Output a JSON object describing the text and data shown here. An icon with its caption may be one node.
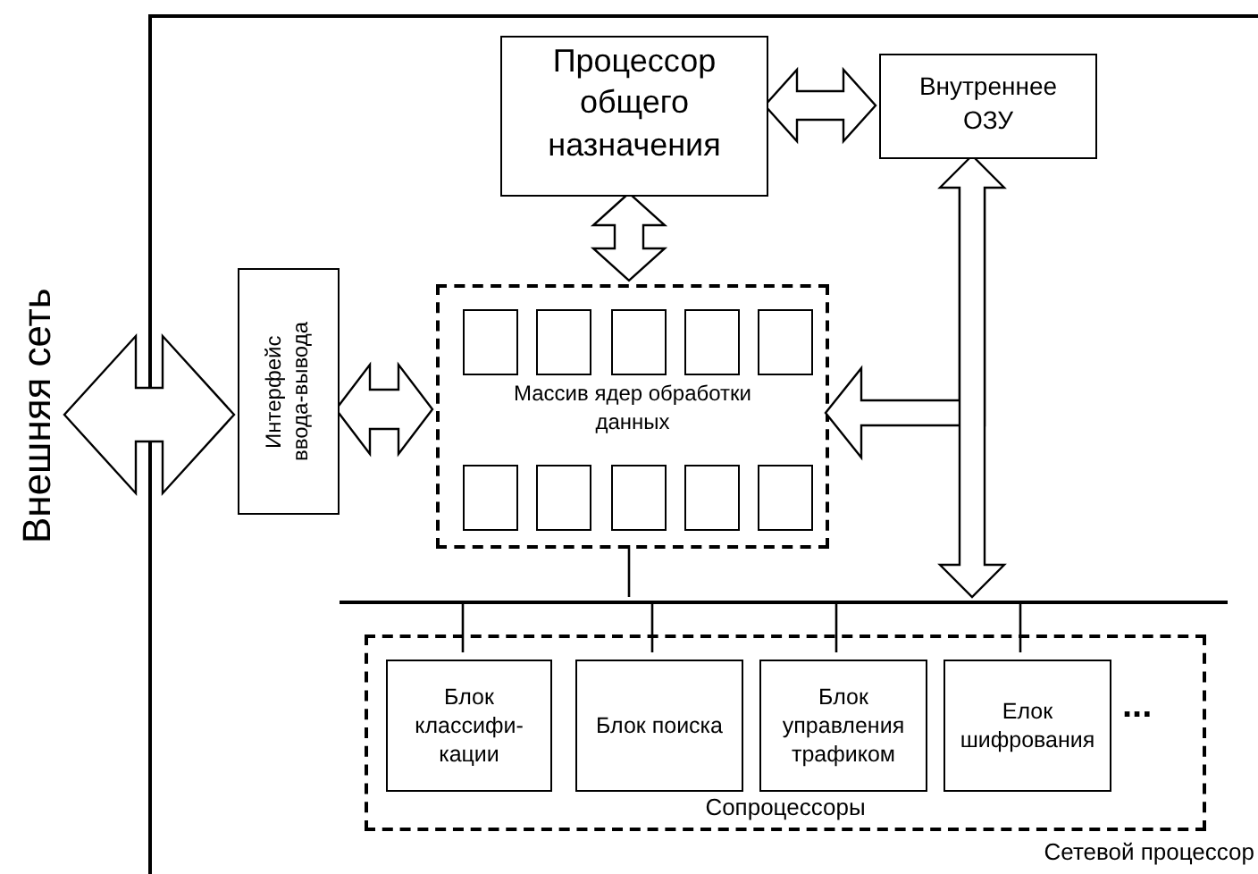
{
  "diagram": {
    "nodes": [
      {
        "text": [
          "Сетевой процессор"
        ]
      },
      {
        "text": [
          "Внешняя сеть"
        ]
      },
      {
        "text": [
          "Интерфейс ввода-вывода"
        ],
        "in": 0
      },
      {
        "text": [
          "Процессор общего назначения"
        ],
        "in": 0
      },
      {
        "text": [
          "Внутреннее ОЗУ"
        ],
        "in": 0
      },
      {
        "text": [
          "Массив ядер обработки данных"
        ],
        "in": 0
      },
      {
        "text": [],
        "shape": "box",
        "in": 5
      },
      {
        "text": [],
        "shape": "box",
        "in": 5
      },
      {
        "text": [],
        "shape": "box",
        "in": 5
      },
      {
        "text": [],
        "shape": "box",
        "in": 5
      },
      {
        "text": [],
        "shape": "box",
        "in": 5
      },
      {
        "text": [],
        "shape": "box",
        "in": 5
      },
      {
        "text": [],
        "shape": "box",
        "in": 5
      },
      {
        "text": [],
        "shape": "box",
        "in": 5
      },
      {
        "text": [],
        "shape": "box",
        "in": 5
      },
      {
        "text": [],
        "shape": "box",
        "in": 5
      },
      {
        "text": [],
        "shape": "bar",
        "in": 0
      },
      {
        "text": [
          "Сопроцессоры"
        ],
        "in": 0
      },
      {
        "text": [
          "Блок классифи- кации"
        ],
        "in": 17
      },
      {
        "text": [
          "Блок поиска"
        ],
        "in": 17
      },
      {
        "text": [
          "Блок управления трафиком"
        ],
        "in": 17
      },
      {
        "text": [
          "Елок шифрования"
        ],
        "in": 17
      }
    ],
    "edges": [
      {
        "from": 1,
        "to": 2,
        "arrow": "both"
      },
      {
        "from": 2,
        "to": 5,
        "arrow": "both"
      },
      {
        "from": 3,
        "to": 4,
        "arrow": "both"
      },
      {
        "from": 3,
        "to": 5,
        "arrow": "both"
      },
      {
        "from": 4,
        "to": 5,
        "arrow": "to"
      },
      {
        "from": 4,
        "to": 16,
        "arrow": "both"
      },
      {
        "from": 5,
        "to": 16,
        "arrow": "none"
      },
      {
        "from": 16,
        "to": 18,
        "arrow": "none"
      },
      {
        "from": 16,
        "to": 19,
        "arrow": "none"
      },
      {
        "from": 16,
        "to": 20,
        "arrow": "none"
      },
      {
        "from": 16,
        "to": 21,
        "arrow": "none"
      }
    ],
    "labels": [
      "..."
    ]
  }
}
